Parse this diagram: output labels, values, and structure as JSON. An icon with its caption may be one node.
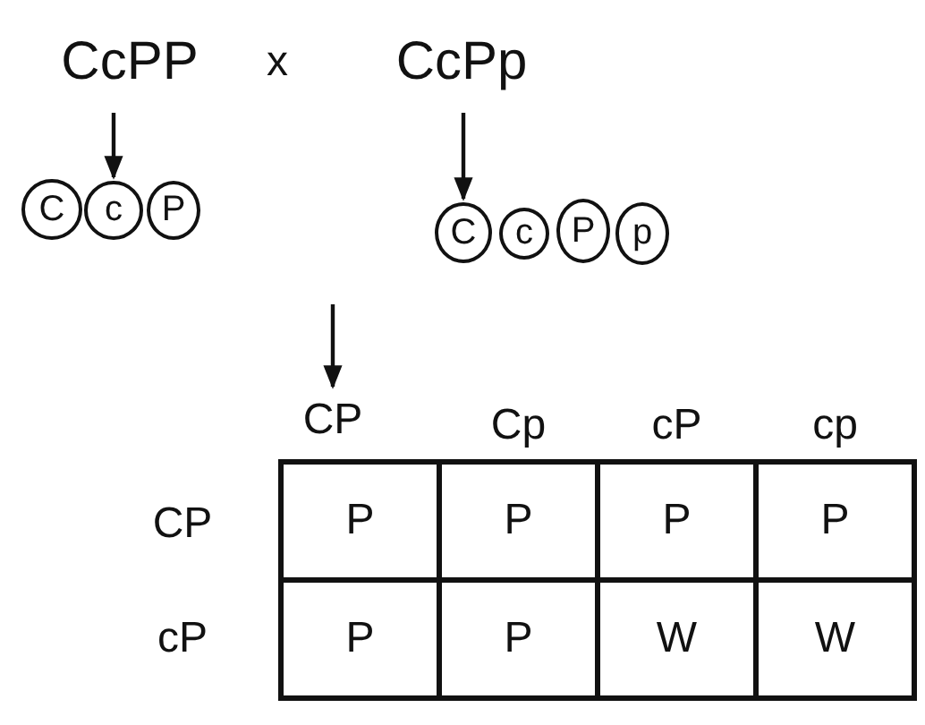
{
  "diagram": {
    "nodes": [
      {
        "text": [
          "CcPP"
        ]
      },
      {
        "text": [
          "CcPp"
        ]
      },
      {
        "text": [
          "C"
        ]
      },
      {
        "text": [
          "c"
        ]
      },
      {
        "text": [
          "P"
        ]
      },
      {
        "text": [
          "C"
        ]
      },
      {
        "text": [
          "c"
        ]
      },
      {
        "text": [
          "P"
        ]
      },
      {
        "text": [
          "p"
        ]
      },
      {
        "text": [
          "CP"
        ]
      }
    ],
    "edges": [
      {
        "from": 0,
        "to": 3,
        "arrow": "to"
      },
      {
        "from": 1,
        "to": 5,
        "arrow": "to"
      },
      {
        "from": null,
        "to": 9,
        "arrow": "to"
      }
    ],
    "labels": [
      "x",
      "Cp",
      "cP",
      "cp",
      "CP",
      "P",
      "P",
      "P",
      "P",
      "cP",
      "P",
      "P",
      "W",
      "W"
    ]
  }
}
